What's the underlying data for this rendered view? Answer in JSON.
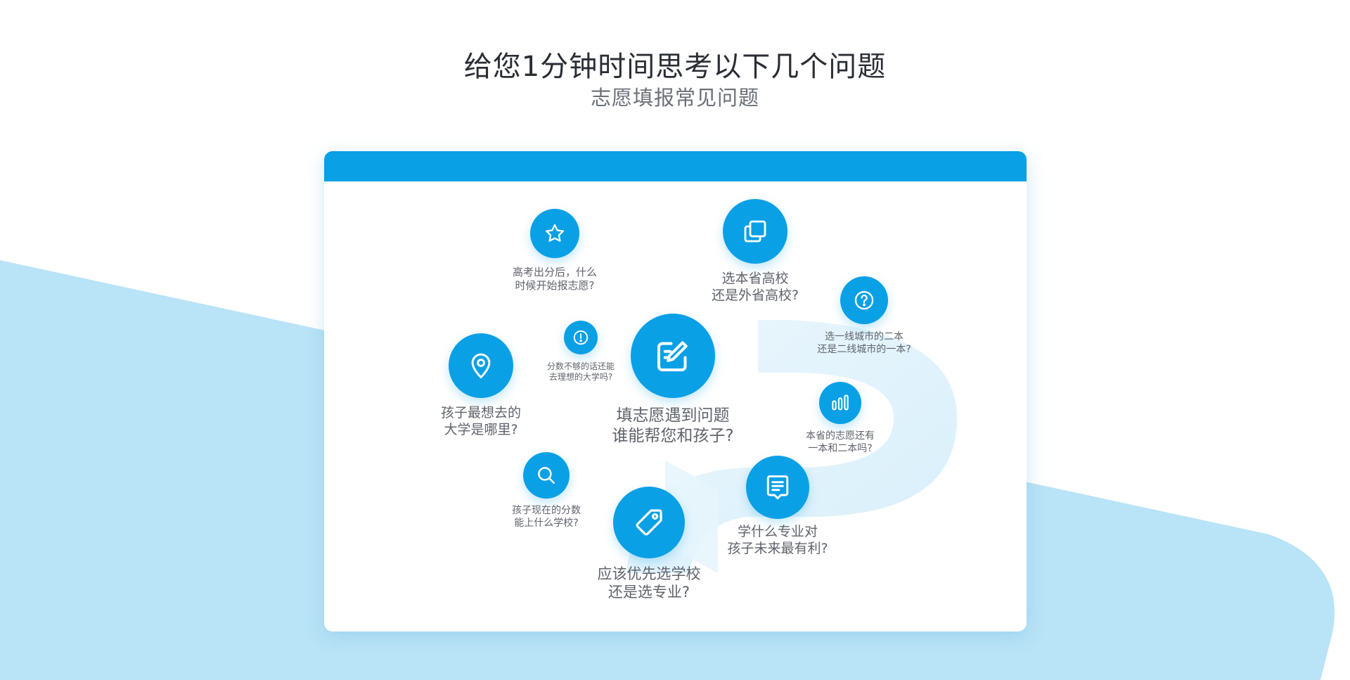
{
  "header": {
    "title": "给您1分钟时间思考以下几个问题",
    "subtitle": "志愿填报常见问题"
  },
  "colors": {
    "accent": "#0aa0e6",
    "background_band": "#b9e3f6",
    "title_text": "#2a2d33",
    "label_text": "#5f636b"
  },
  "questions": [
    {
      "icon": "star-icon",
      "line1": "高考出分后，什么",
      "line2": "时候开始报志愿?"
    },
    {
      "icon": "copy-icon",
      "line1": "选本省高校",
      "line2": "还是外省高校?"
    },
    {
      "icon": "question-circle-icon",
      "line1": "选一线城市的二本",
      "line2": "还是二线城市的一本?"
    },
    {
      "icon": "location-pin-icon",
      "line1": "孩子最想去的",
      "line2": "大学是哪里?"
    },
    {
      "icon": "alert-circle-icon",
      "line1": "分数不够的话还能",
      "line2": "去理想的大学吗?"
    },
    {
      "icon": "edit-icon",
      "line1": "填志愿遇到问题",
      "line2": "谁能帮您和孩子?"
    },
    {
      "icon": "bar-chart-icon",
      "line1": "本省的志愿还有",
      "line2": "一本和二本吗?"
    },
    {
      "icon": "search-icon",
      "line1": "孩子现在的分数",
      "line2": "能上什么学校?"
    },
    {
      "icon": "message-icon",
      "line1": "学什么专业对",
      "line2": "孩子未来最有利?"
    },
    {
      "icon": "tag-icon",
      "line1": "应该优先选学校",
      "line2": "还是选专业?"
    }
  ]
}
